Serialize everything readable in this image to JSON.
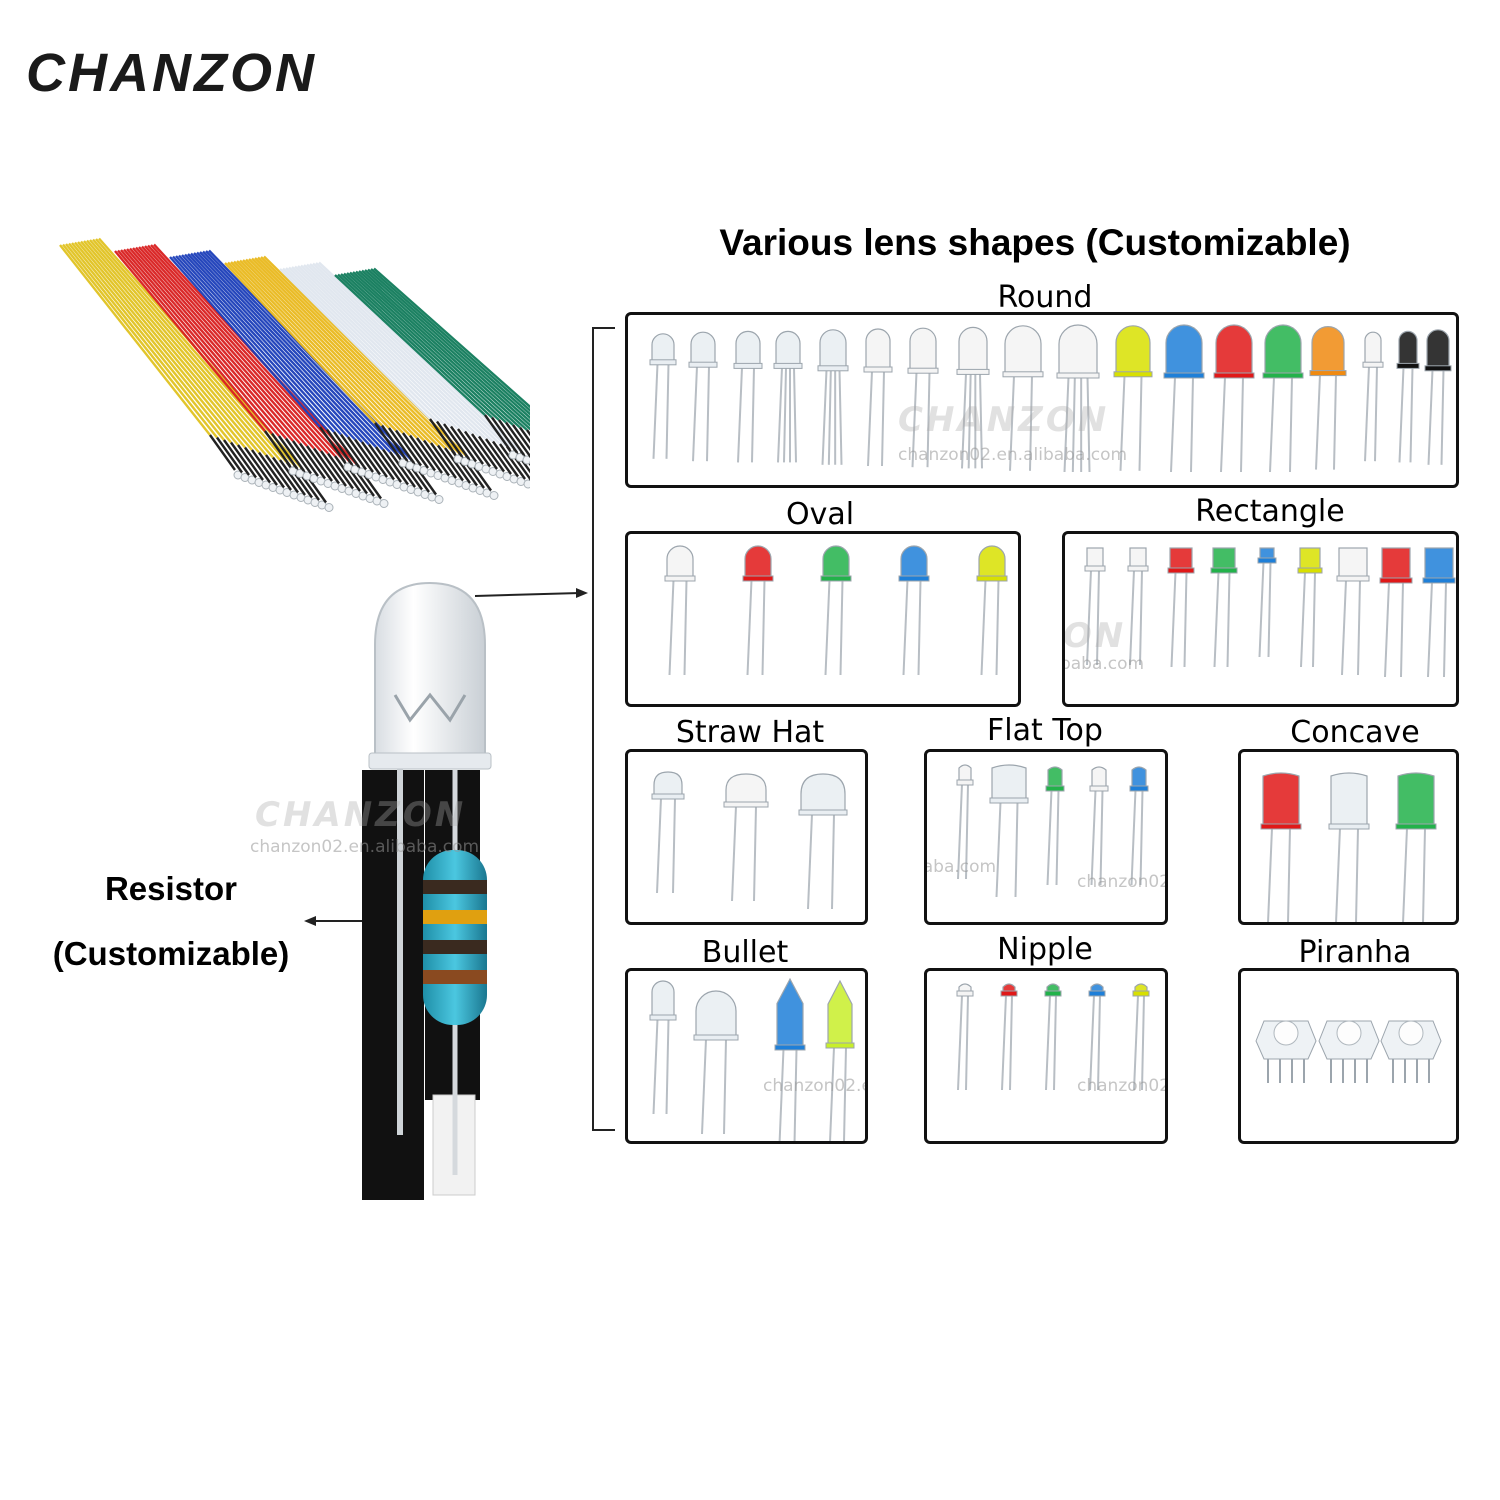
{
  "brand": {
    "logo_text": "CHANZON",
    "accent_color": "#d21f26"
  },
  "heading": "Various lens shapes (Customizable)",
  "resistor": {
    "line1": "Resistor",
    "line2": "(Customizable)"
  },
  "watermark": {
    "brand": "CHANZON",
    "url": "chanzon02.en.alibaba.com"
  },
  "shapes": {
    "round": "Round",
    "oval": "Oval",
    "rectangle": "Rectangle",
    "straw_hat": "Straw Hat",
    "flat_top": "Flat Top",
    "concave": "Concave",
    "bullet": "Bullet",
    "nipple": "Nipple",
    "piranha": "Piranha"
  },
  "lens_colors": {
    "clear": "#e9eef2",
    "white": "#f4f4f4",
    "yellow": "#d8e000",
    "blue": "#1e7fd8",
    "red": "#e01818",
    "green": "#22b24a",
    "orange": "#f08a10",
    "black": "#111111",
    "lime": "#c8ef2a"
  },
  "wire_colors": [
    "#e0c220",
    "#d81e1e",
    "#1a3db8",
    "#e9b81c",
    "#dfe6ee",
    "#107a5a"
  ]
}
